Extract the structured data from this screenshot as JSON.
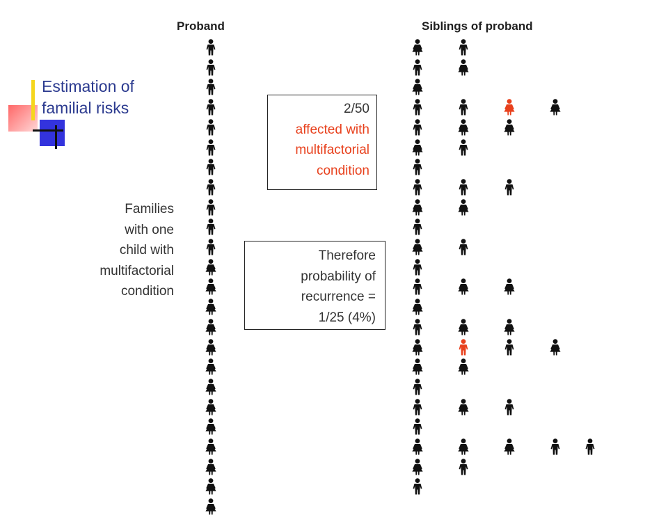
{
  "headers": {
    "proband": "Proband",
    "siblings": "Siblings of proband"
  },
  "title": {
    "line1": "Estimation of",
    "line2": "familial risks"
  },
  "families_text": {
    "lines": [
      "Families",
      "with one",
      "child with",
      "multifactorial",
      "condition"
    ]
  },
  "box_affected": {
    "count": "2/50",
    "lines": [
      "affected with",
      "multifactorial",
      "condition"
    ]
  },
  "box_probability": {
    "lines": [
      "Therefore",
      "probability of",
      "recurrence =",
      "1/25 (4%)"
    ]
  },
  "colors": {
    "figure": "#111111",
    "affected": "#e8401c",
    "title": "#2b3a8f",
    "deco_yellow": "#f5d61d",
    "deco_blue": "#3333dd",
    "deco_red": "#ff6b6b"
  },
  "icons": {
    "male": "male-figure-icon",
    "female": "female-figure-icon"
  },
  "proband_column": [
    "M",
    "M",
    "M",
    "M",
    "M",
    "M",
    "M",
    "M",
    "M",
    "M",
    "M",
    "F",
    "F",
    "F",
    "F",
    "F",
    "F",
    "F",
    "F",
    "F",
    "F",
    "F",
    "F",
    "F"
  ],
  "sibling_rows": [
    [
      "F",
      "M"
    ],
    [
      "M",
      "F"
    ],
    [
      "F"
    ],
    [
      "M",
      "M",
      "F*",
      "F"
    ],
    [
      "M",
      "F",
      "F"
    ],
    [
      "F",
      "M"
    ],
    [
      "M"
    ],
    [
      "M",
      "M",
      "M"
    ],
    [
      "F",
      "F"
    ],
    [
      "M"
    ],
    [
      "F",
      "M"
    ],
    [
      "M"
    ],
    [
      "M",
      "F",
      "F"
    ],
    [
      "F"
    ],
    [
      "M",
      "F",
      "F"
    ],
    [
      "F",
      "M*",
      "M",
      "F"
    ],
    [
      "F",
      "F"
    ],
    [
      "M"
    ],
    [
      "M",
      "F",
      "M"
    ],
    [
      "M"
    ],
    [
      "F",
      "F",
      "F",
      "M",
      "M"
    ],
    [
      "F",
      "M"
    ],
    [
      "M"
    ]
  ]
}
